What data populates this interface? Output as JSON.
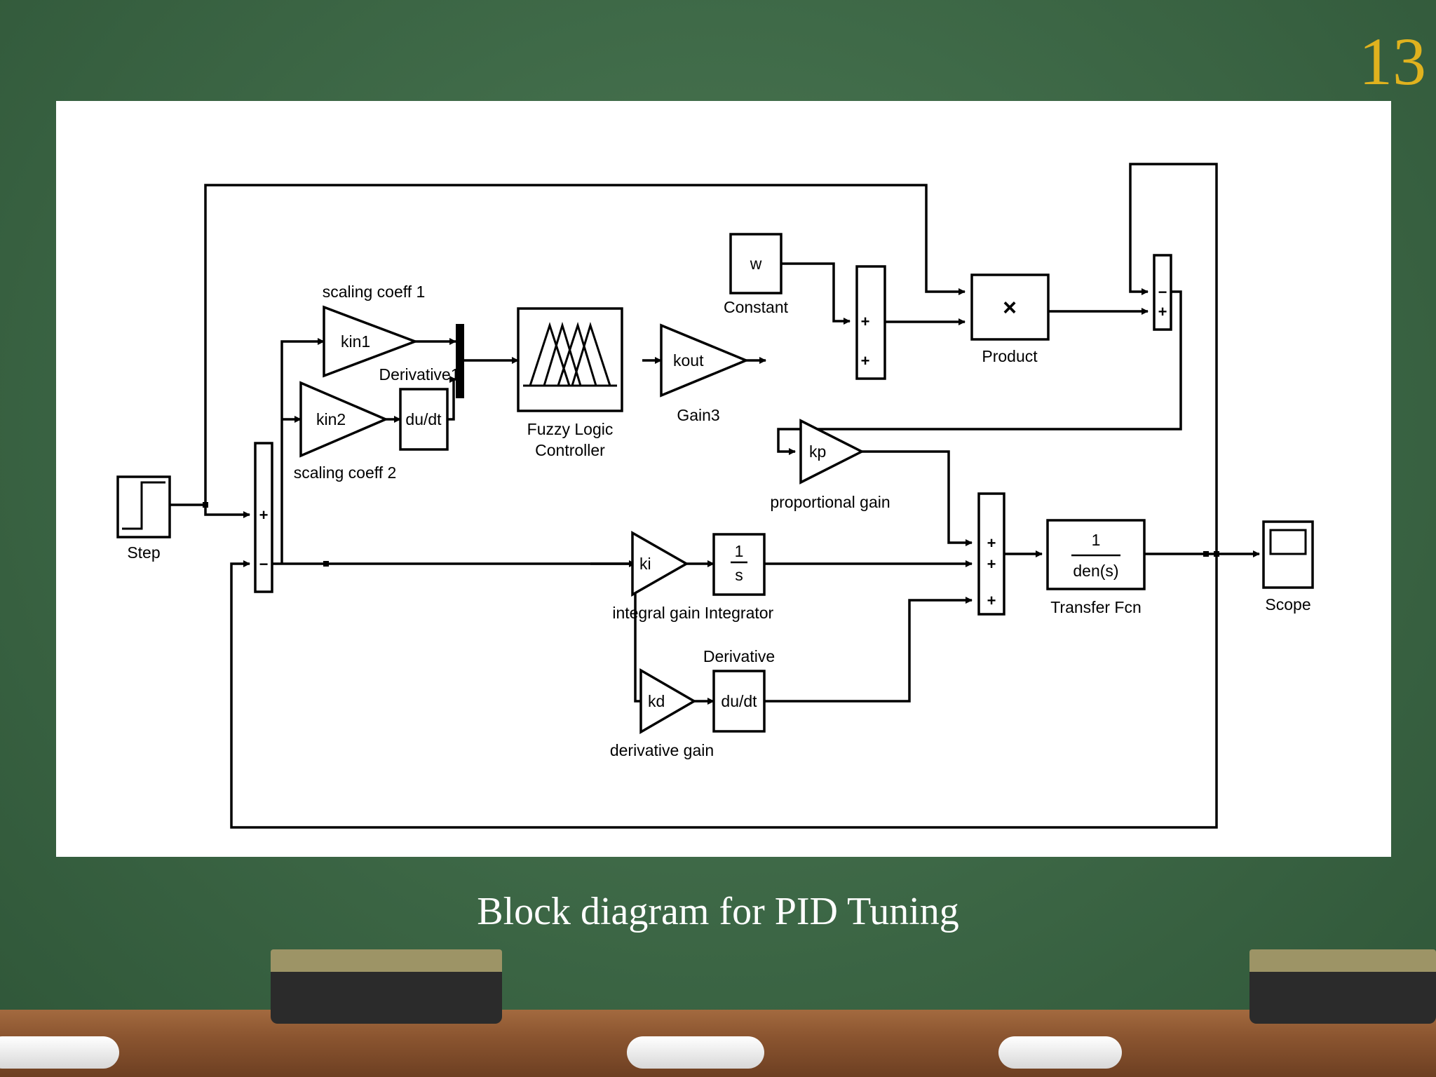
{
  "slide": {
    "number": "13",
    "caption": "Block diagram for PID Tuning"
  },
  "blocks": {
    "step": "Step",
    "scaling_coeff_1": {
      "gain": "kin1",
      "label": "scaling coeff 1"
    },
    "scaling_coeff_2": {
      "gain": "kin2",
      "label": "scaling coeff 2"
    },
    "derivative1": {
      "op": "du/dt",
      "label": "Derivative1"
    },
    "fuzzy": {
      "line1": "Fuzzy Logic",
      "line2": "Controller"
    },
    "gain3": {
      "gain": "kout",
      "label": "Gain3"
    },
    "constant": {
      "value": "w",
      "label": "Constant"
    },
    "product": {
      "symbol": "×",
      "label": "Product"
    },
    "proportional": {
      "gain": "kp",
      "label": "proportional gain"
    },
    "integral": {
      "gain": "ki",
      "label": "integral gain"
    },
    "integrator": {
      "num": "1",
      "den": "s",
      "label": "Integrator"
    },
    "derivative_gain": {
      "gain": "kd",
      "label": "derivative gain"
    },
    "derivative": {
      "op": "du/dt",
      "label": "Derivative"
    },
    "transfer_fcn": {
      "num": "1",
      "den": "den(s)",
      "label": "Transfer Fcn"
    },
    "scope": "Scope"
  },
  "signs": {
    "plus": "+",
    "minus": "−"
  },
  "colors": {
    "slide_number": "#e0b21e",
    "chalkboard": "#3f6a48",
    "caption": "#ffffff"
  }
}
